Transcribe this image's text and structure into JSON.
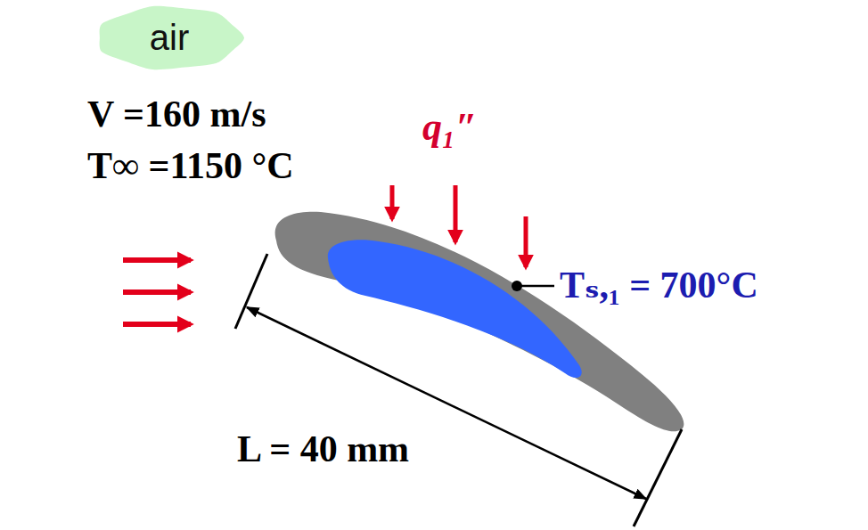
{
  "diagram": {
    "nodes": [
      {
        "text": [
          "air"
        ]
      }
    ],
    "labels": [
      "V =160 m/s",
      "T∞ =1150 °C",
      "q₁″",
      "Tₛ,₁ = 700°C",
      "L = 40 mm"
    ]
  }
}
